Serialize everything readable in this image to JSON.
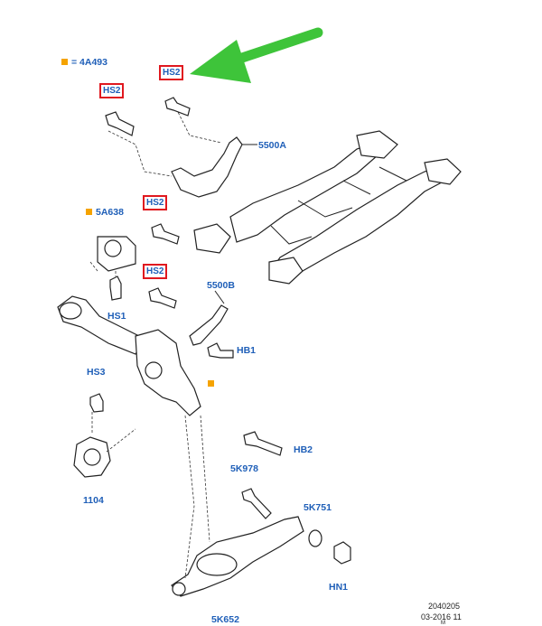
{
  "legend": {
    "marker_color": "#f5a300",
    "text": "= 4A493"
  },
  "callouts": [
    {
      "id": "hs2-top",
      "text": "HS2"
    },
    {
      "id": "hs2-left",
      "text": "HS2"
    },
    {
      "id": "hs2-mid",
      "text": "HS2"
    },
    {
      "id": "hs2-lower",
      "text": "HS2"
    }
  ],
  "labels": {
    "p5500a": "5500A",
    "p5a638": "5A638",
    "p5500b": "5500B",
    "hs1": "HS1",
    "hb1": "HB1",
    "hs3": "HS3",
    "hb2": "HB2",
    "p5k978": "5K978",
    "p1104": "1104",
    "p5k751": "5K751",
    "hn1": "HN1",
    "p5k652": "5K652"
  },
  "footer": {
    "code": "2040205",
    "date": "03-2016 11",
    "extra": "M"
  },
  "colors": {
    "label": "#1f5fb8",
    "highlight_box": "#e0181f",
    "arrow": "#3ec43a",
    "marker": "#f5a300"
  }
}
